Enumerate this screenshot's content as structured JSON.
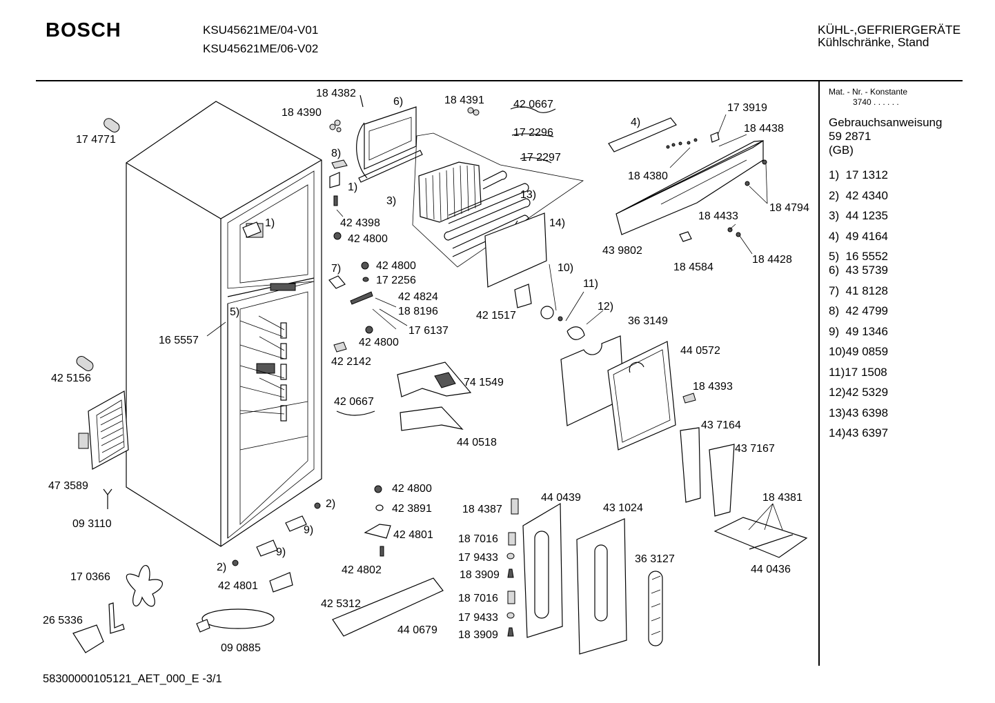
{
  "header": {
    "brand": "BOSCH",
    "models": [
      "KSU45621ME/04-V01",
      "KSU45621ME/06-V02"
    ],
    "category_line1": "KÜHL-,GEFRIERGERÄTE",
    "category_line2": "Kühlschränke, Stand"
  },
  "sidebar": {
    "mat_label": "Mat. - Nr. - Konstante",
    "mat_value": "3740  .  .    .  .  .  .",
    "doc_title": "Gebrauchsanweisung",
    "doc_number": "59 2871",
    "doc_lang": "(GB)",
    "refs": [
      "1)  17 1312",
      "2)  42 4340",
      "3)  44 1235",
      "4)  49 4164",
      "5)  16 5552",
      "6)  43 5739",
      "7)  41 8128",
      "8)  42 4799",
      "9)  49 1346",
      "10)49 0859",
      "11)17 1508",
      "12)42 5329",
      "13)43 6398",
      "14)43 6397"
    ]
  },
  "footer": "58300000105121_AET_000_E  -3/1",
  "part_labels": [
    "17 4771",
    "18 4382",
    "18 4390",
    "6)",
    "8)",
    "1)",
    "1)",
    "18 4391",
    "3)",
    "42 0667",
    "17 2296",
    "17 2297",
    "13)",
    "14)",
    "42 4398",
    "42 4800",
    "42 4800",
    "17 2256",
    "7)",
    "42 4824",
    "18 8196",
    "17 6137",
    "42 4800",
    "5)",
    "16 5557",
    "42 2142",
    "10)",
    "11)",
    "12)",
    "42 1517",
    "36 3149",
    "44 0572",
    "74 1549",
    "42 0667",
    "44 0518",
    "18 4393",
    "4)",
    "17 3919",
    "18 4438",
    "18 4380",
    "18 4794",
    "18 4433",
    "43 9802",
    "18 4584",
    "18 4428",
    "42 5156",
    "47 3589",
    "09 3110",
    "2)",
    "9)",
    "9)",
    "2)",
    "42 4801",
    "17 0366",
    "26 5336",
    "09 0885",
    "42 4800",
    "42 3891",
    "42 4801",
    "42 4802",
    "42 5312",
    "44 0679",
    "18 4387",
    "18 7016",
    "17 9433",
    "18 3909",
    "18 7016",
    "17 9433",
    "18 3909",
    "44 0439",
    "43 1024",
    "36 3127",
    "43 7164",
    "43 7167",
    "18 4381",
    "44 0436"
  ]
}
